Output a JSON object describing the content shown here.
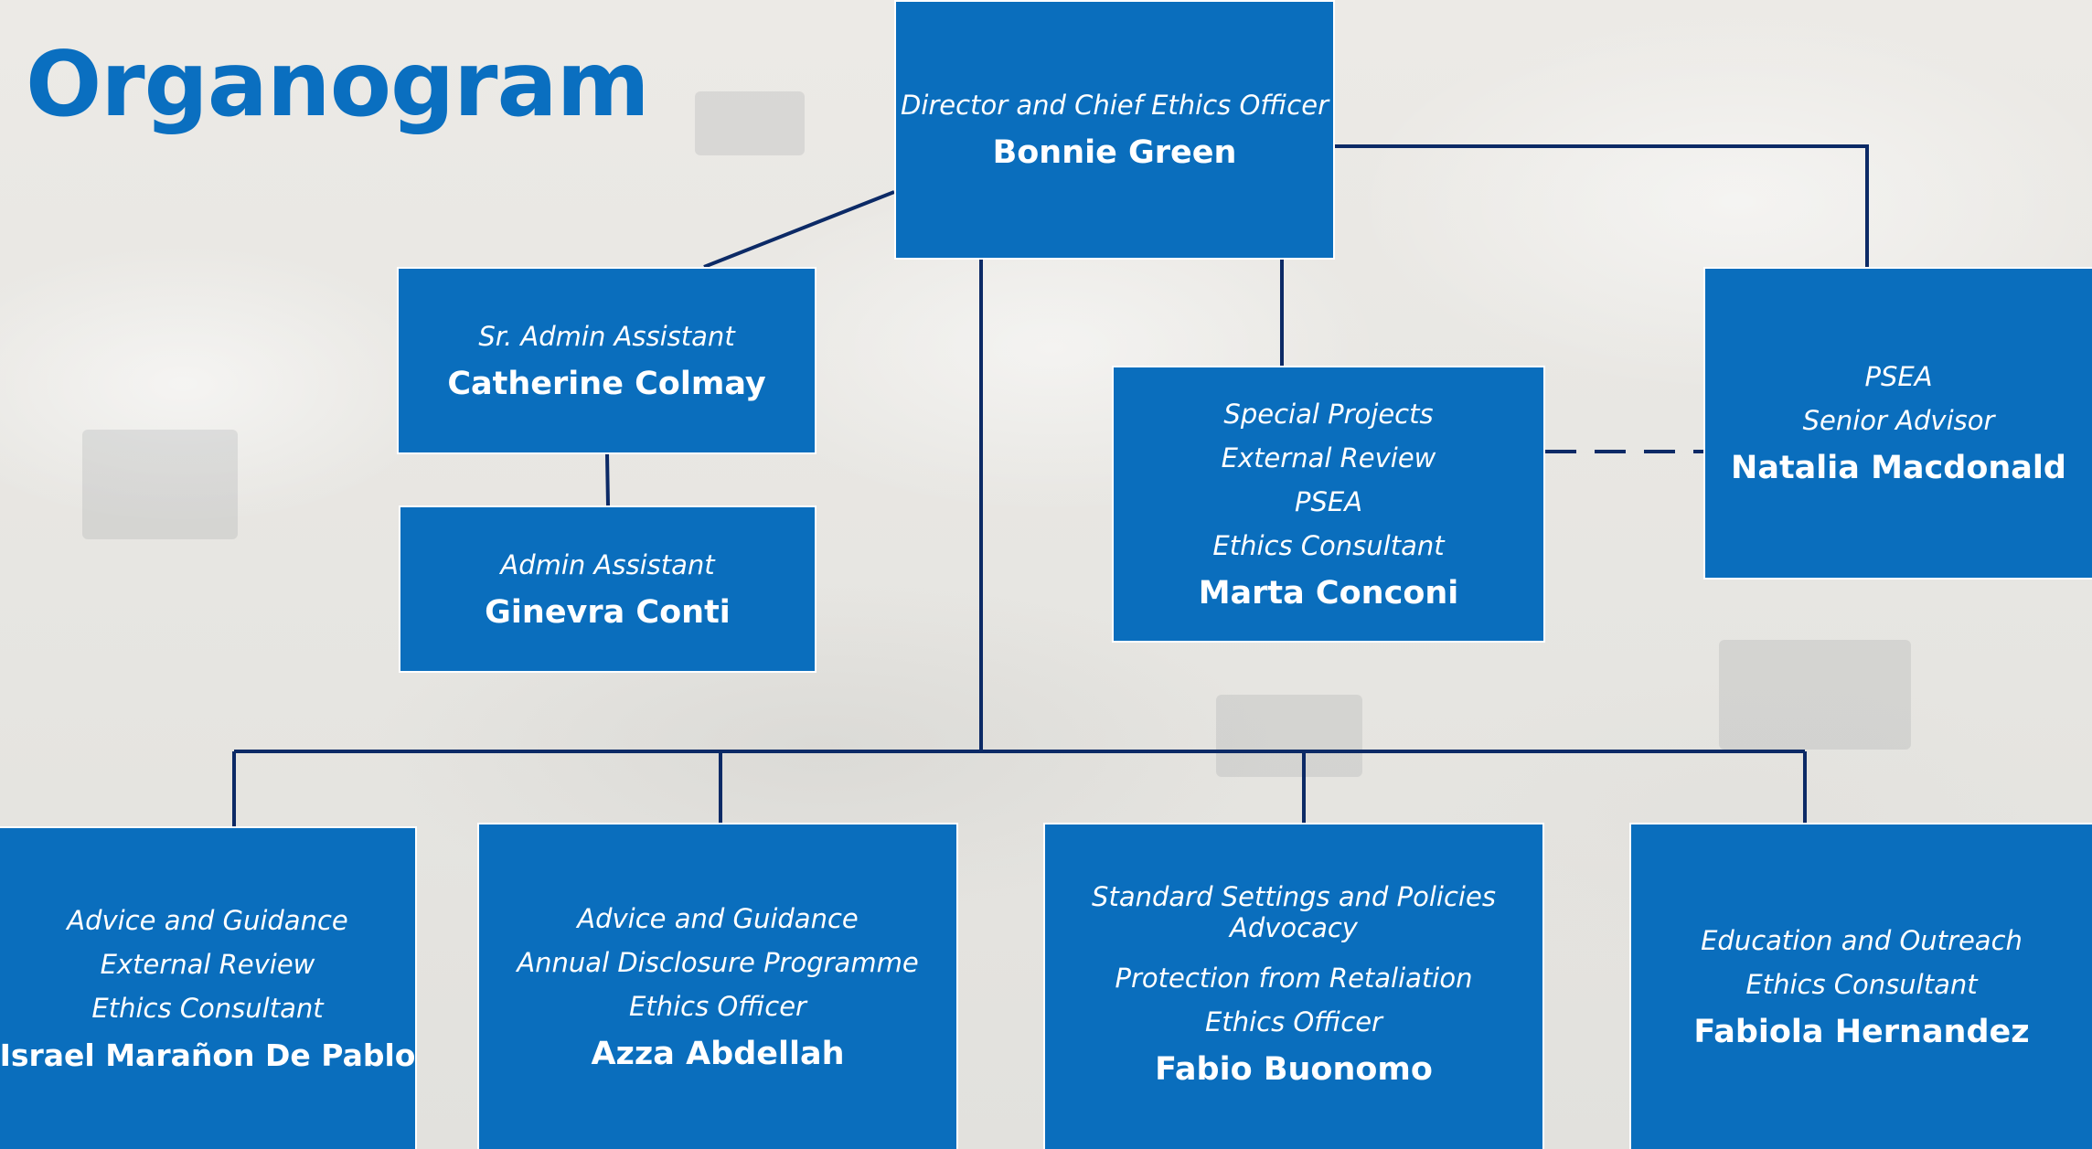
{
  "title": "Organogram",
  "colors": {
    "accent": "#0a6ebd",
    "title": "#0a6fc0",
    "connector": "#0c2a66"
  },
  "nodes": {
    "director": {
      "roles": [
        "Director and Chief Ethics Officer"
      ],
      "name": "Bonnie Green"
    },
    "sr_admin": {
      "roles": [
        "Sr. Admin Assistant"
      ],
      "name": "Catherine Colmay"
    },
    "admin": {
      "roles": [
        "Admin Assistant"
      ],
      "name": "Ginevra Conti"
    },
    "special": {
      "roles": [
        "Special Projects",
        "External Review",
        "PSEA",
        "Ethics Consultant"
      ],
      "name": "Marta Conconi"
    },
    "psea": {
      "roles": [
        "PSEA",
        "Senior Advisor"
      ],
      "name": "Natalia Macdonald"
    },
    "israel": {
      "roles": [
        "Advice and Guidance",
        "External Review",
        "Ethics Consultant"
      ],
      "name": "Israel Marañon De Pablo"
    },
    "azza": {
      "roles": [
        "Advice and Guidance",
        "Annual Disclosure Programme",
        "Ethics Officer"
      ],
      "name": "Azza Abdellah"
    },
    "fabio": {
      "roles": [
        "Standard Settings and Policies",
        "Advocacy",
        "Protection from Retaliation",
        "Ethics Officer"
      ],
      "name": "Fabio Buonomo"
    },
    "fabiola": {
      "roles": [
        "Education and Outreach",
        "Ethics Consultant"
      ],
      "name": "Fabiola Hernandez"
    }
  },
  "connections": [
    {
      "from": "director",
      "to": "sr_admin",
      "style": "solid"
    },
    {
      "from": "sr_admin",
      "to": "admin",
      "style": "solid"
    },
    {
      "from": "director",
      "to": "special",
      "style": "solid"
    },
    {
      "from": "director",
      "to": "psea",
      "style": "solid"
    },
    {
      "from": "special",
      "to": "psea",
      "style": "dashed"
    },
    {
      "from": "director",
      "to": "israel",
      "style": "solid"
    },
    {
      "from": "director",
      "to": "azza",
      "style": "solid"
    },
    {
      "from": "director",
      "to": "fabio",
      "style": "solid"
    },
    {
      "from": "director",
      "to": "fabiola",
      "style": "solid"
    }
  ]
}
